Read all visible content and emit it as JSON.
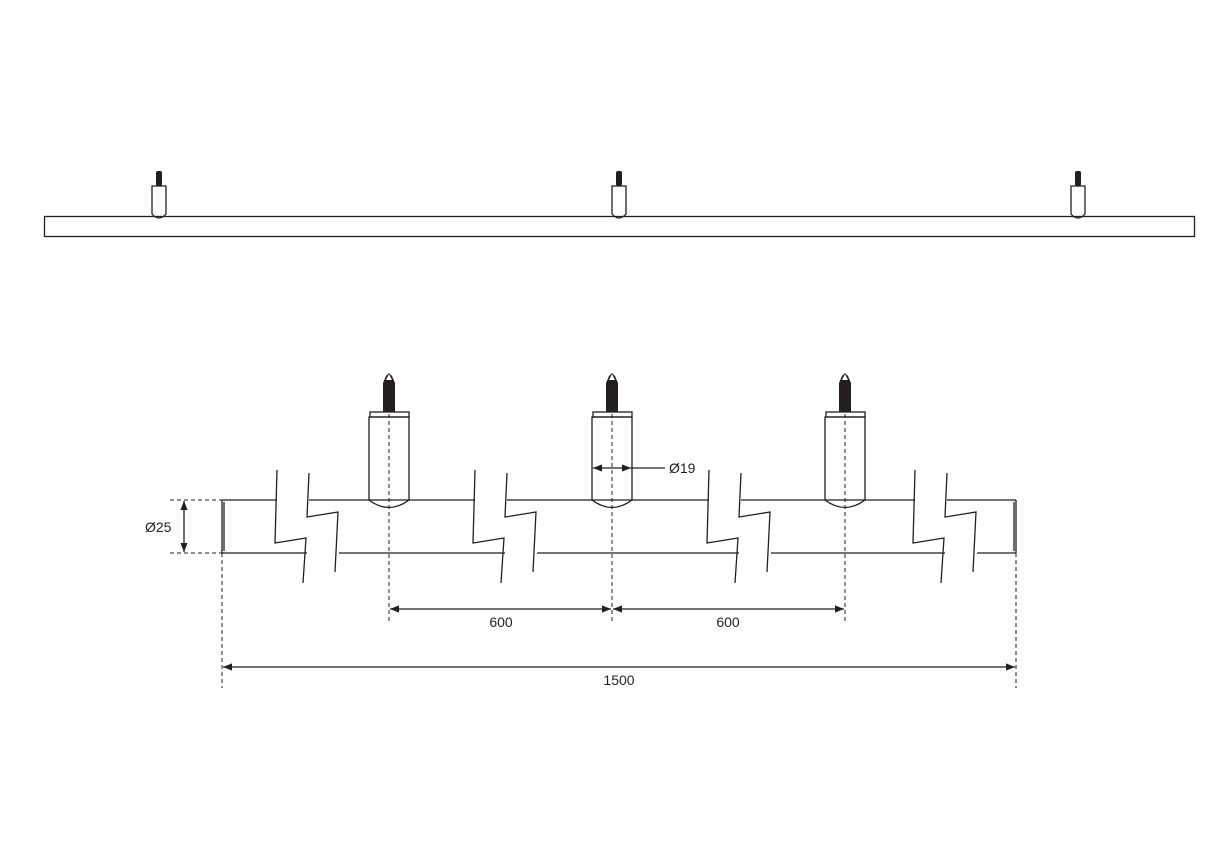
{
  "labels": {
    "pipe_diameter": "Ø25",
    "post_diameter": "Ø19",
    "spacing_left": "600",
    "spacing_right": "600",
    "total_length": "1500"
  }
}
